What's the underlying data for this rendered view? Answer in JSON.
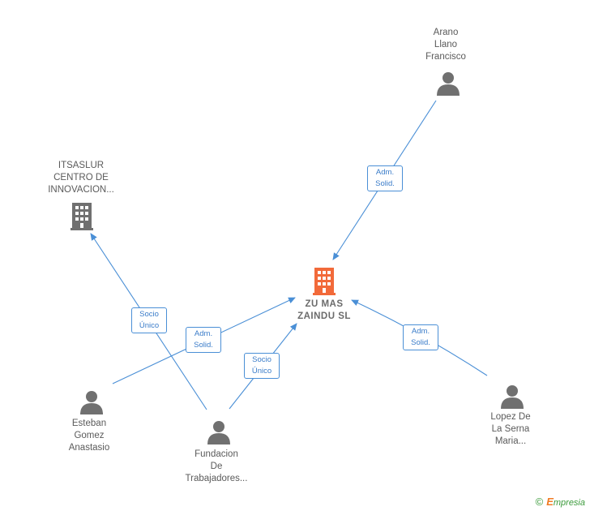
{
  "nodes": {
    "center": {
      "label": "ZU MAS\nZAINDU  SL",
      "type": "company",
      "color": "#f26a3a"
    },
    "itsaslur": {
      "label": "ITSASLUR\nCENTRO DE\nINNOVACION...",
      "type": "company",
      "color": "#6e6e6e"
    },
    "arano": {
      "label": "Arano\nLlano\nFrancisco",
      "type": "person"
    },
    "esteban": {
      "label": "Esteban\nGomez\nAnastasio",
      "type": "person"
    },
    "fundacion": {
      "label": "Fundacion\nDe\nTrabajadores...",
      "type": "person"
    },
    "lopez": {
      "label": "Lopez De\nLa Serna\nMaria...",
      "type": "person"
    }
  },
  "edges": {
    "arano_center": {
      "label": "Adm.\nSolid."
    },
    "fundacion_itsaslur": {
      "label": "Socio\nÚnico"
    },
    "esteban_center": {
      "label": "Adm.\nSolid."
    },
    "fundacion_center": {
      "label": "Socio\nÚnico"
    },
    "lopez_center": {
      "label": "Adm.\nSolid."
    }
  },
  "colors": {
    "edge": "#4a8fd6",
    "person": "#707070"
  },
  "footer": {
    "copyright": "©",
    "brand_initial": "E",
    "brand_rest": "mpresia"
  }
}
